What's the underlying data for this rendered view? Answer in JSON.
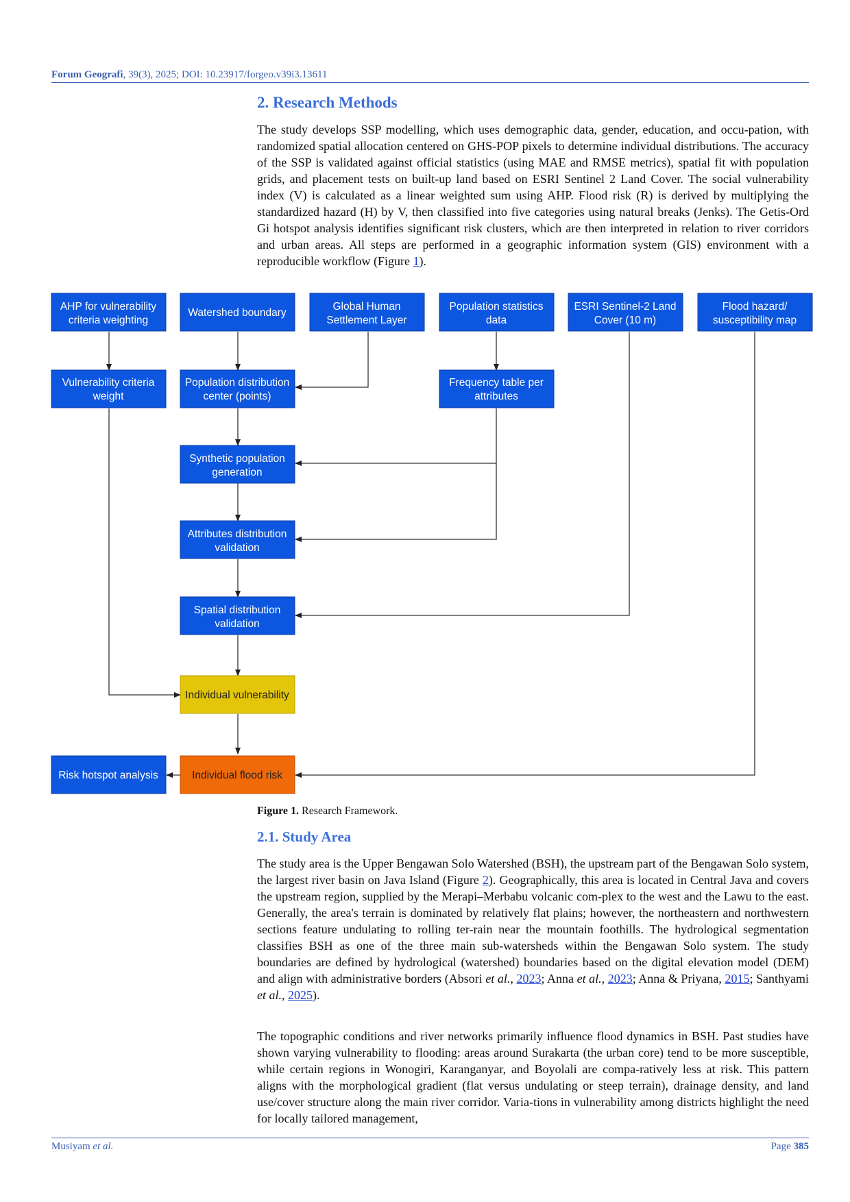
{
  "header": {
    "journal": "Forum Geografi",
    "citation": ", 39(3), 2025; DOI: 10.23917/forgeo.v39i3.13611"
  },
  "section": {
    "heading": "2. Research Methods",
    "intro_before_link": "The study develops SSP modelling, which uses demographic data, gender, education, and occu-pation, with randomized spatial allocation centered on GHS-POP pixels to determine individual distributions. The accuracy of the SSP is validated against official statistics (using MAE and RMSE metrics), spatial fit with population grids, and placement tests on built-up land based on ESRI Sentinel 2 Land Cover. The social vulnerability index (V) is calculated as a linear weighted sum using AHP. Flood risk (R) is derived by multiplying the standardized hazard (H) by V, then classified into five categories using natural breaks (Jenks). The Getis-Ord Gi hotspot analysis identifies significant risk clusters, which are then interpreted in relation to river corridors and urban areas. All steps are performed in a geographic information system (GIS) environment with a reproducible workflow (Figure ",
    "intro_link": "1",
    "intro_after_link": ")."
  },
  "figure": {
    "boxes": {
      "ahp": [
        "AHP for vulnerability",
        "criteria weighting"
      ],
      "watershed": [
        "Watershed boundary"
      ],
      "ghsl": [
        "Global Human",
        "Settlement Layer"
      ],
      "popstats": [
        "Population statistics",
        "data"
      ],
      "esri": [
        "ESRI Sentinel-2 Land",
        "Cover (10 m)"
      ],
      "flood": [
        "Flood hazard/",
        "susceptibility map"
      ],
      "vulnweight": [
        "Vulnerability criteria",
        "weight"
      ],
      "popcenter": [
        "Population distribution",
        "center (points)"
      ],
      "freq": [
        "Frequency table per",
        "attributes"
      ],
      "synth": [
        "Synthetic population",
        "generation"
      ],
      "attrval": [
        "Attributes distribution",
        "validation"
      ],
      "spatval": [
        "Spatial distribution",
        "validation"
      ],
      "indvuln": [
        "Individual vulnerability"
      ],
      "hotspot": [
        "Risk hotspot analysis"
      ],
      "floodrisk": [
        "Individual flood risk"
      ]
    },
    "caption_label": "Figure 1.",
    "caption_text": " Research Framework."
  },
  "subsection": {
    "heading": "2.1. Study Area",
    "p1_a": "The study area is the Upper Bengawan Solo Watershed (BSH), the upstream part of the Bengawan Solo system, the largest river basin on Java Island (Figure ",
    "p1_link_fig": "2",
    "p1_b": "). Geographically, this area is located in Central Java and covers the upstream region, supplied by the Merapi–Merbabu volcanic com-plex to the west and the Lawu to the east. Generally, the area's terrain is dominated by relatively flat plains; however, the northeastern and northwestern sections feature undulating to rolling ter-rain near the mountain foothills. The hydrological segmentation classifies BSH as one of the three main sub-watersheds within the Bengawan Solo system. The study boundaries are defined by hydrological (watershed) boundaries based on the digital elevation model (DEM) and align with administrative borders (Absori ",
    "etal": "et al.,",
    "ref1_year": "2023",
    "p1_c": "; Anna ",
    "ref2_year": "2023",
    "p1_d": "; Anna & Priyana, ",
    "ref3_year": "2015",
    "p1_e": "; Santhyami ",
    "ref4_year": "2025",
    "p1_f": ").",
    "p2": "The topographic conditions and river networks primarily influence flood dynamics in BSH. Past studies have shown varying vulnerability to flooding: areas around Surakarta (the urban core) tend to be more susceptible, while certain regions in Wonogiri, Karanganyar, and Boyolali are compa-ratively less at risk. This pattern aligns with the morphological gradient (flat versus undulating or steep terrain), drainage density, and land use/cover structure along the main river corridor. Varia-tions in vulnerability among districts highlight the need for locally tailored management,"
  },
  "footer": {
    "authors": "Musiyam ",
    "etal": "et al.",
    "page_label": "Page ",
    "page_number": "385"
  },
  "colors": {
    "accent": "#3c6fd8",
    "box_blue": "#0d56e0",
    "box_yellow": "#e3c50a",
    "box_orange": "#f06a0a"
  }
}
